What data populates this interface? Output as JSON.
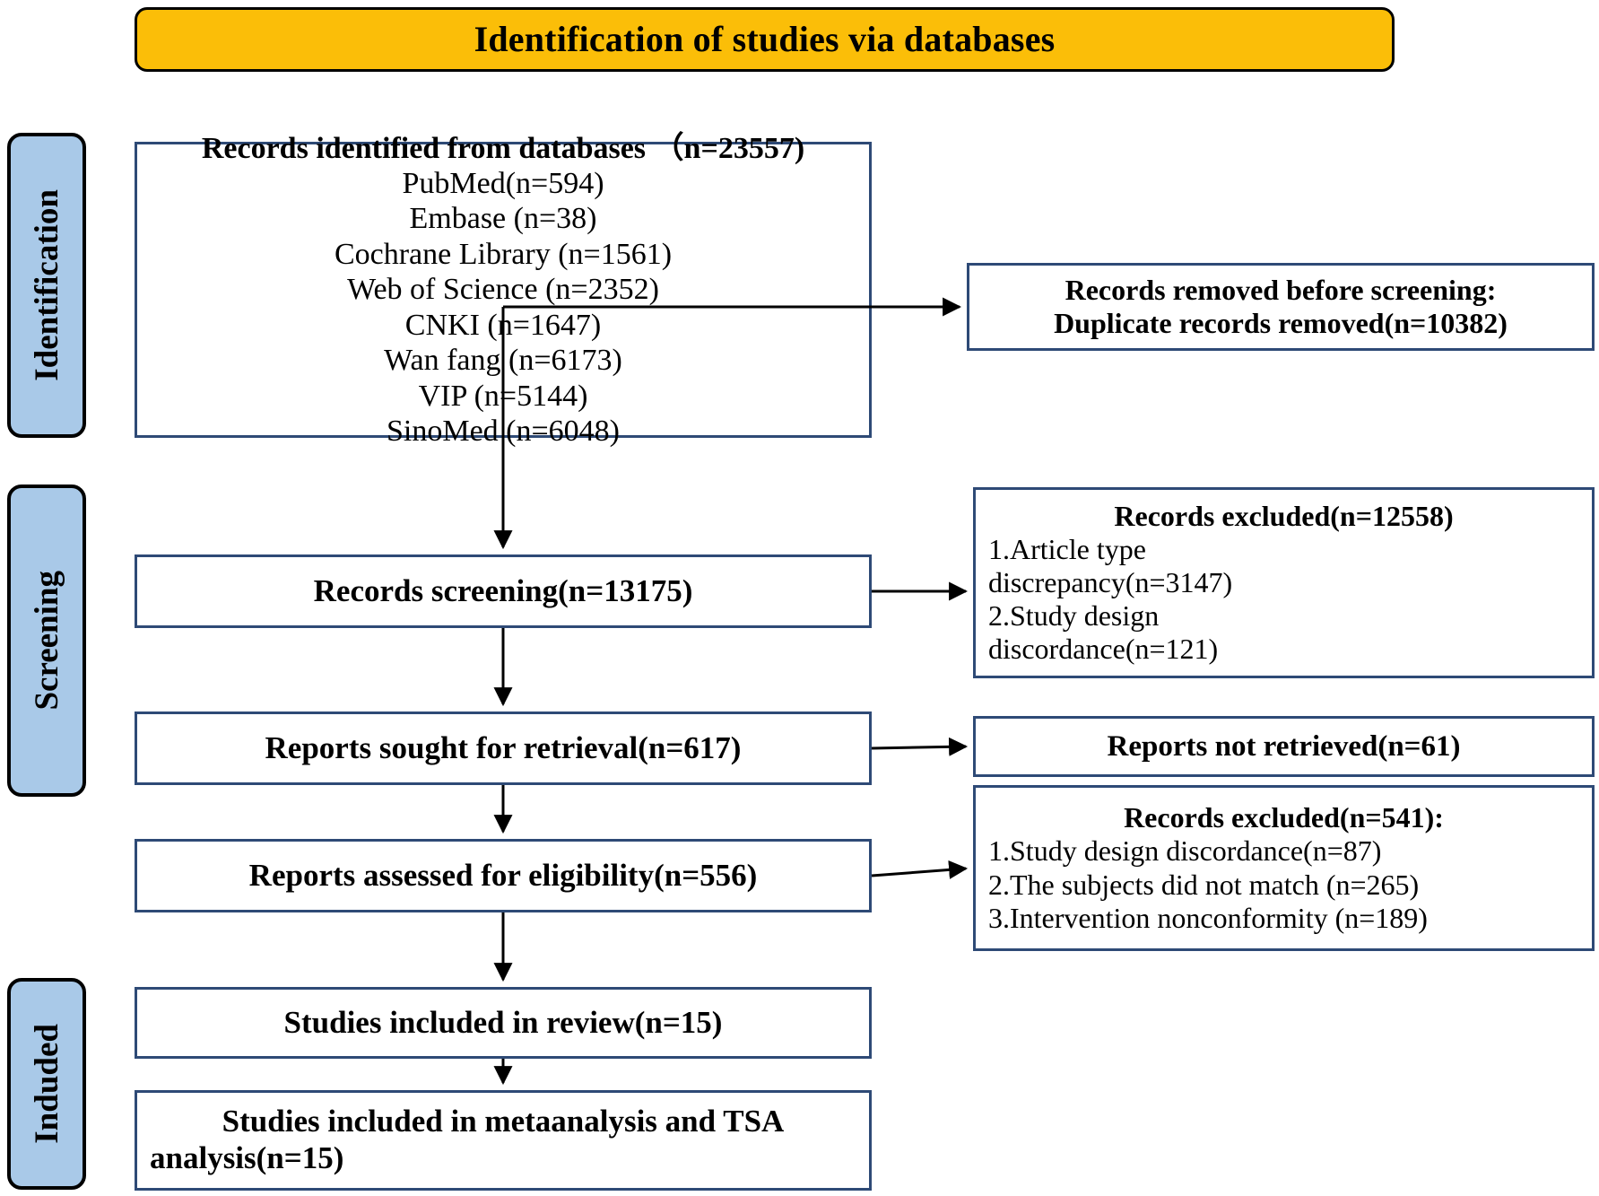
{
  "banner": {
    "title": "Identification of studies via databases"
  },
  "stages": [
    {
      "key": "identification",
      "label": "Identification"
    },
    {
      "key": "screening",
      "label": "Screening"
    },
    {
      "key": "included",
      "label": "Induded"
    }
  ],
  "colors": {
    "banner_fill": "#FBBE08",
    "banner_border": "#000000",
    "stage_fill": "#A9C9E8",
    "stage_border": "#000000",
    "box_border": "#2E4A76",
    "box_fill": "#FFFFFF",
    "arrow": "#000000",
    "page_background": "#FFFFFF"
  },
  "flow": {
    "identified": {
      "title": "Records identified from databases （n=23557)",
      "sources": [
        "PubMed(n=594)",
        "Embase (n=38)",
        "Cochrane Library (n=1561)",
        "Web of Science (n=2352)",
        "CNKI (n=1647)",
        "Wan fang (n=6173)",
        "VIP (n=5144)",
        "SinoMed (n=6048)"
      ]
    },
    "screening": {
      "title": "Records screening(n=13175)"
    },
    "sought": {
      "title": "Reports sought for retrieval(n=617)"
    },
    "assessed": {
      "title": "Reports assessed for eligibility(n=556)"
    },
    "included_review": {
      "title": "Studies included in review(n=15)"
    },
    "included_meta": {
      "line1": "Studies included in metaanalysis and TSA",
      "line2": "analysis(n=15)"
    }
  },
  "exclusions": {
    "removed_before_screening": {
      "line1": "Records removed before screening:",
      "line2": "Duplicate records removed(n=10382)"
    },
    "excluded_screening": {
      "title": "Records excluded(n=12558)",
      "reasons": [
        "1.Article type",
        "discrepancy(n=3147)",
        "2.Study design",
        "discordance(n=121)"
      ]
    },
    "not_retrieved": {
      "title": "Reports not retrieved(n=61)"
    },
    "excluded_eligibility": {
      "title": "Records excluded(n=541):",
      "reasons": [
        "1.Study design discordance(n=87)",
        "2.The subjects did not match (n=265)",
        "3.Intervention nonconformity (n=189)"
      ]
    }
  },
  "chart_data": {
    "type": "diagram",
    "diagram_kind": "PRISMA flow diagram",
    "title": "Identification of studies via databases",
    "nodes": [
      {
        "id": "identified",
        "stage": "Identification",
        "label": "Records identified from databases （n=23557)",
        "n": 23557
      },
      {
        "id": "removed",
        "stage": "Identification",
        "label": "Records removed before screening: Duplicate records removed(n=10382)",
        "n": 10382
      },
      {
        "id": "screening",
        "stage": "Screening",
        "label": "Records screening(n=13175)",
        "n": 13175
      },
      {
        "id": "excluded1",
        "stage": "Screening",
        "label": "Records excluded(n=12558)",
        "n": 12558
      },
      {
        "id": "sought",
        "stage": "Screening",
        "label": "Reports sought for retrieval(n=617)",
        "n": 617
      },
      {
        "id": "notretrieved",
        "stage": "Screening",
        "label": "Reports not retrieved(n=61)",
        "n": 61
      },
      {
        "id": "assessed",
        "stage": "Screening",
        "label": "Reports assessed for eligibility(n=556)",
        "n": 556
      },
      {
        "id": "excluded2",
        "stage": "Screening",
        "label": "Records excluded(n=541):",
        "n": 541
      },
      {
        "id": "included_review",
        "stage": "Induded",
        "label": "Studies included in review(n=15)",
        "n": 15
      },
      {
        "id": "included_meta",
        "stage": "Induded",
        "label": "Studies included in metaanalysis and TSA analysis(n=15)",
        "n": 15
      }
    ],
    "database_counts": [
      {
        "source": "PubMed",
        "n": 594
      },
      {
        "source": "Embase",
        "n": 38
      },
      {
        "source": "Cochrane Library",
        "n": 1561
      },
      {
        "source": "Web of Science",
        "n": 2352
      },
      {
        "source": "CNKI",
        "n": 1647
      },
      {
        "source": "Wan fang",
        "n": 6173
      },
      {
        "source": "VIP",
        "n": 5144
      },
      {
        "source": "SinoMed",
        "n": 6048
      }
    ],
    "exclusion_reasons": [
      {
        "from": "screening",
        "reason": "Article type discrepancy",
        "n": 3147
      },
      {
        "from": "screening",
        "reason": "Study design discordance",
        "n": 121
      },
      {
        "from": "eligibility",
        "reason": "Study design discordance",
        "n": 87
      },
      {
        "from": "eligibility",
        "reason": "The subjects did not match",
        "n": 265
      },
      {
        "from": "eligibility",
        "reason": "Intervention nonconformity",
        "n": 189
      }
    ],
    "edges": [
      {
        "from": "identified",
        "to": "removed",
        "direction": "right"
      },
      {
        "from": "identified",
        "to": "screening",
        "direction": "down"
      },
      {
        "from": "screening",
        "to": "excluded1",
        "direction": "right"
      },
      {
        "from": "screening",
        "to": "sought",
        "direction": "down"
      },
      {
        "from": "sought",
        "to": "notretrieved",
        "direction": "right"
      },
      {
        "from": "sought",
        "to": "assessed",
        "direction": "down"
      },
      {
        "from": "assessed",
        "to": "excluded2",
        "direction": "right"
      },
      {
        "from": "assessed",
        "to": "included_review",
        "direction": "down"
      },
      {
        "from": "included_review",
        "to": "included_meta",
        "direction": "down"
      }
    ]
  }
}
